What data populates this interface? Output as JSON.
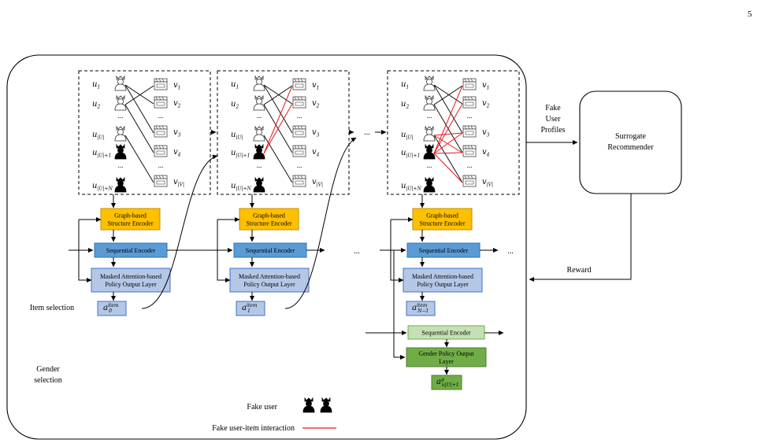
{
  "page_number": "5",
  "graphs": [
    {
      "users": [
        {
          "sym": "u",
          "sub": "1"
        },
        {
          "sym": "u",
          "sub": "2"
        },
        {
          "sym": "u",
          "sub": "|U|"
        },
        {
          "sym": "u",
          "sub": "|U|+1"
        },
        {
          "sym": "u",
          "sub": "|U|+N"
        }
      ],
      "items": [
        {
          "sym": "v",
          "sub": "1"
        },
        {
          "sym": "v",
          "sub": "2"
        },
        {
          "sym": "v",
          "sub": "3"
        },
        {
          "sym": "v",
          "sub": "4"
        },
        {
          "sym": "v",
          "sub": "|V|"
        }
      ],
      "dots": "..."
    },
    {
      "users": [
        {
          "sym": "u",
          "sub": "1"
        },
        {
          "sym": "u",
          "sub": "2"
        },
        {
          "sym": "u",
          "sub": "|U|"
        },
        {
          "sym": "u",
          "sub": "|U|+1"
        },
        {
          "sym": "u",
          "sub": "|U|+N"
        }
      ],
      "items": [
        {
          "sym": "v",
          "sub": "1"
        },
        {
          "sym": "v",
          "sub": "2"
        },
        {
          "sym": "v",
          "sub": "3"
        },
        {
          "sym": "v",
          "sub": "4"
        },
        {
          "sym": "v",
          "sub": "|V|"
        }
      ],
      "dots": "..."
    },
    {
      "users": [
        {
          "sym": "u",
          "sub": "1"
        },
        {
          "sym": "u",
          "sub": "2"
        },
        {
          "sym": "u",
          "sub": "|U|"
        },
        {
          "sym": "u",
          "sub": "|U|+1"
        },
        {
          "sym": "u",
          "sub": "|U|+N"
        }
      ],
      "items": [
        {
          "sym": "v",
          "sub": "1"
        },
        {
          "sym": "v",
          "sub": "2"
        },
        {
          "sym": "v",
          "sub": "3"
        },
        {
          "sym": "v",
          "sub": "4"
        },
        {
          "sym": "v",
          "sub": "|V|"
        }
      ],
      "dots": "..."
    }
  ],
  "blocks": {
    "gse": [
      "Graph-based",
      "Structure Encoder"
    ],
    "seq": "Sequential Encoder",
    "mask": [
      "Masked Attention-based",
      "Policy Output Layer"
    ],
    "seq_gender": "Sequential Encoder",
    "gender_policy": [
      "Gender Policy Output",
      "Layer"
    ]
  },
  "actions": [
    {
      "base": "a",
      "sup": "item",
      "sub": "0"
    },
    {
      "base": "a",
      "sup": "item",
      "sub": "1"
    },
    {
      "base": "a",
      "sup": "item",
      "sub": "N−1"
    }
  ],
  "gender_action": {
    "base": "a",
    "sup": "g",
    "sub": "u|U|+1"
  },
  "ellipsis": "...",
  "labels": {
    "item_selection": "Item selection",
    "gender_selection": [
      "Gender",
      "selection"
    ],
    "fake_profiles": [
      "Fake",
      "User",
      "Profiles"
    ],
    "reward": "Reward",
    "surrogate": [
      "Surrogate",
      "Recommender"
    ],
    "legend_fake_user": "Fake user",
    "legend_interaction": "Fake user-item interaction"
  },
  "colors": {
    "gse_fill": "#FFC000",
    "gse_stroke": "#BF9000",
    "seq_fill": "#5B9BD5",
    "seq_stroke": "#2E75B6",
    "mask_fill": "#B4C7E7",
    "mask_stroke": "#4472C4",
    "seq_gender_fill": "#C5E0B4",
    "seq_gender_stroke": "#70AD47",
    "gender_policy_fill": "#70AD47",
    "gender_policy_stroke": "#507E32",
    "fake_edge": "#E31A1C",
    "line": "#000000"
  }
}
